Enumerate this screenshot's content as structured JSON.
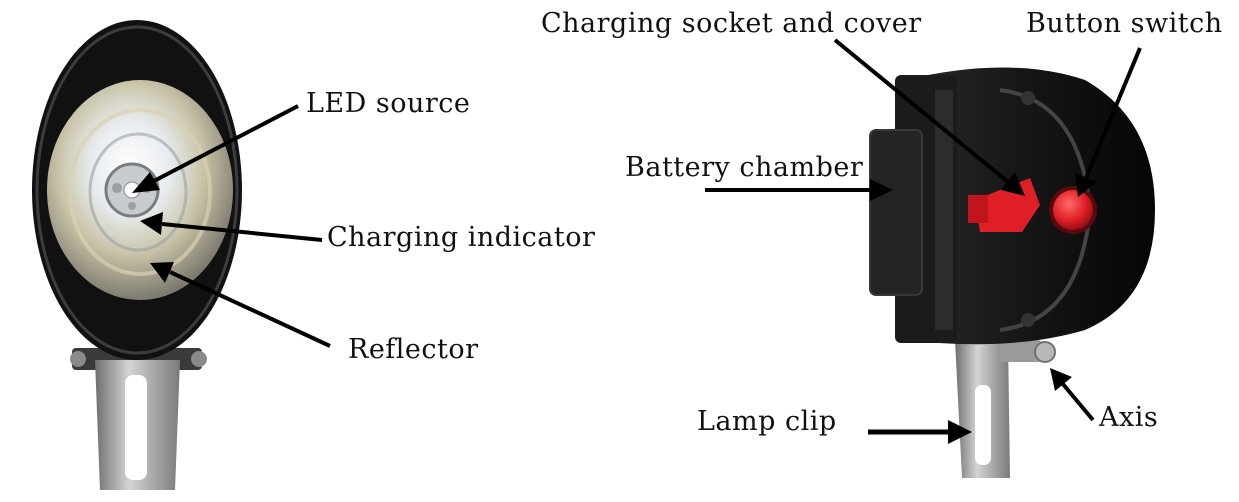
{
  "labels": {
    "led_source": "LED source",
    "charging_indicator": "Charging indicator",
    "reflector": "Reflector",
    "charging_socket": "Charging socket and cover",
    "button_switch": "Button switch",
    "battery_chamber": "Battery chamber",
    "lamp_clip": "Lamp clip",
    "axis": "Axis"
  },
  "colors": {
    "housing": "#141414",
    "accent_red": "#e01e26",
    "metal": "#9a9a9a",
    "arrow": "#000000"
  }
}
